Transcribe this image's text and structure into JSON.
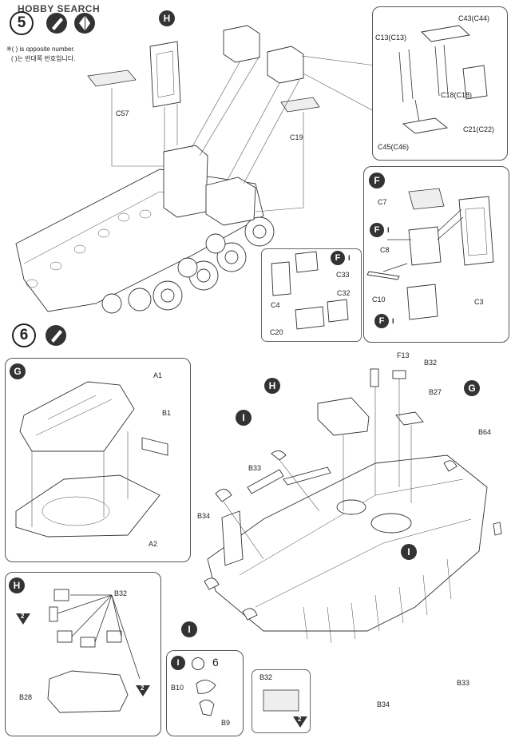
{
  "watermark": "HOBBY SEARCH",
  "step5": {
    "number": "5",
    "note_en": "※( ) is opposite number.",
    "note_kr": "( )는 반대쪽 번호입니다.",
    "callout_H": "H",
    "labels": {
      "c57": "C57",
      "c19": "C19"
    },
    "detail_top_right": {
      "c43": "C43(C44)",
      "c13": "C13(C13)",
      "c18": "C18(C18)",
      "c21": "C21(C22)",
      "c45": "C45(C46)"
    },
    "detail_F": {
      "callout": "F",
      "c7": "C7",
      "fi1": "F",
      "fi1_sub": "I",
      "c8": "C8",
      "c10": "C10",
      "c3": "C3",
      "fi2": "F",
      "fi2_sub": "I"
    },
    "detail_small": {
      "fi": "F",
      "fi_sub": "I",
      "c33": "C33",
      "c4": "C4",
      "c32": "C32",
      "c20": "C20"
    }
  },
  "step6": {
    "number": "6",
    "box_G": {
      "callout": "G",
      "a1": "A1",
      "b1": "B1",
      "a2": "A2"
    },
    "box_H": {
      "callout": "H",
      "b32": "B32",
      "b28": "B28",
      "marker_left": "2",
      "marker_right": "2"
    },
    "box_I": {
      "callout": "I",
      "count": "6",
      "b10": "B10",
      "b9": "B9"
    },
    "box_B32": {
      "b32": "B32",
      "marker": "2"
    },
    "main": {
      "f13": "F13",
      "b32": "B32",
      "b27": "B27",
      "callout_H": "H",
      "callout_G": "G",
      "b64": "B64",
      "b33_a": "B33",
      "b34_a": "B34",
      "b33_b": "B33",
      "b34_b": "B34",
      "callout_I": "I"
    }
  }
}
